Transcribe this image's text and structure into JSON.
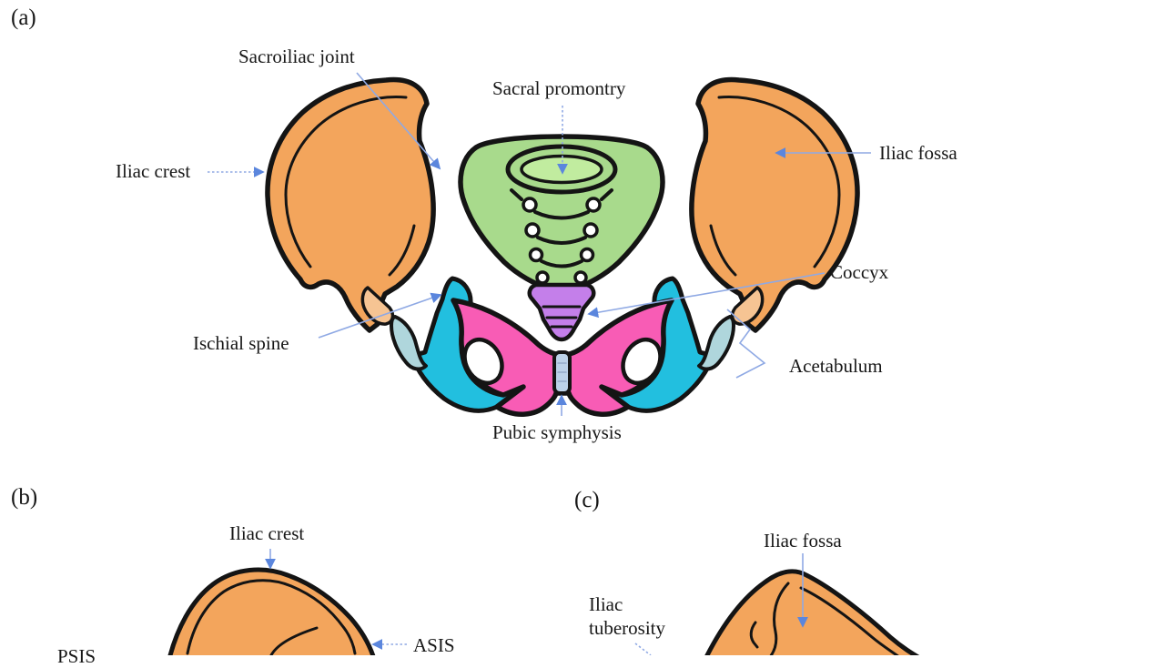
{
  "figure": {
    "description_title": "Pelvis anatomy diagram with labelled regions",
    "panels": {
      "a": {
        "marker": "(a)",
        "labels": {
          "sacroiliac_joint": "Sacroiliac joint",
          "sacral_promontry": "Sacral promontry",
          "iliac_crest": "Iliac crest",
          "iliac_fossa": "Iliac fossa",
          "coccyx": "Coccyx",
          "ischial_spine": "Ischial spine",
          "acetabulum": "Acetabulum",
          "pubic_symphysis": "Pubic symphysis"
        }
      },
      "b": {
        "marker": "(b)",
        "labels": {
          "iliac_crest": "Iliac crest",
          "psis": "PSIS",
          "asis": "ASIS"
        }
      },
      "c": {
        "marker": "(c)",
        "labels": {
          "iliac_fossa": "Iliac fossa",
          "iliac_tuberosity": "Iliac tuberosity"
        }
      }
    }
  },
  "colors": {
    "white": "#FFFFFF",
    "ilium_orange": "#F3A55C",
    "sacrum_green": "#A8DA8C",
    "sacrum_inner_green": "#C1EC9F",
    "coccyx_purple": "#C47FEA",
    "pubis_pink": "#F85CB5",
    "ischium_cyan": "#22BFDF",
    "acetabulum_lightblue": "#AFD6DC",
    "symphysis_lightblue": "#BCD2E8",
    "ischial_spine_peach": "#F6C493",
    "arrow_blue": "#8FA9E4",
    "arrowhead_blue": "#5B86DD",
    "outline_black": "#141414"
  },
  "icons": {
    "arrowhead": "filled-triangle-arrowhead",
    "bracket": "acetabulum-zigzag-bracket"
  }
}
